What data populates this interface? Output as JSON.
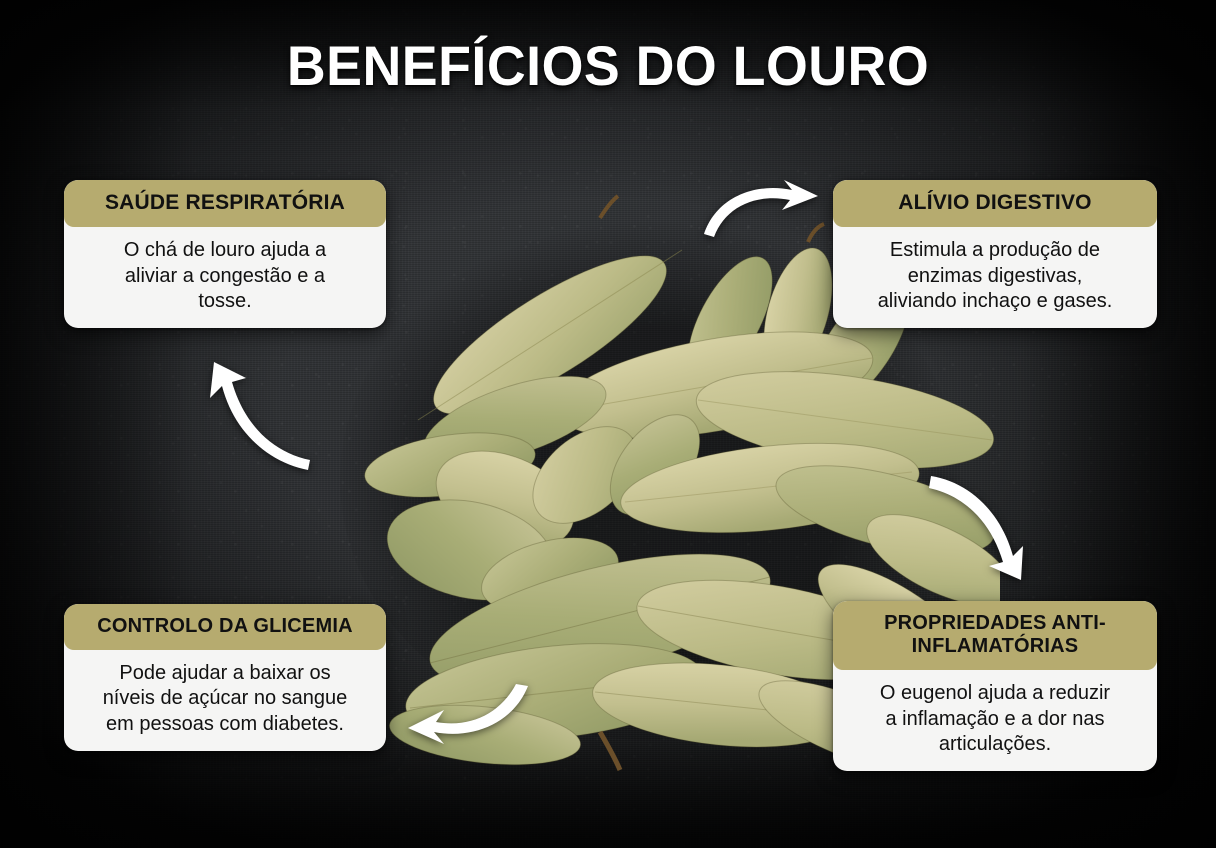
{
  "infographic": {
    "title": "BENEFÍCIOS DO LOURO",
    "subject": "bay-leaves",
    "colors": {
      "background": "#2b2d2f",
      "card_header": "#b6ab6f",
      "card_body": "#f5f5f4",
      "title_text": "#ffffff",
      "card_text": "#111111",
      "arrow": "#ffffff",
      "leaf_light": "#cdc79a",
      "leaf_mid": "#b3b27f",
      "leaf_dark": "#97a06a",
      "leaf_stem": "#6b4f2a"
    },
    "cards": [
      {
        "id": "saude-respiratoria",
        "position": "top-left",
        "heading": "SAÚDE RESPIRATÓRIA",
        "body": "O chá de louro ajuda a\naliviar a congestão e a\ntosse."
      },
      {
        "id": "alivio-digestivo",
        "position": "top-right",
        "heading": "ALÍVIO DIGESTIVO",
        "body": "Estimula a produção de\nenzimas digestivas,\naliviando inchaço e gases."
      },
      {
        "id": "controlo-da-glicemia",
        "position": "bottom-left",
        "heading": "CONTROLO DA\nGLICEMIA",
        "body": "Pode ajudar a baixar os\nníveis de açúcar no sangue\nem pessoas com diabetes."
      },
      {
        "id": "propriedades-anti-inflamatorias",
        "position": "bottom-right",
        "heading": "PROPRIEDADES\nANTI-INFLAMATÓRIAS",
        "body": "O eugenol ajuda a reduzir\na inflamação e a dor nas\narticulações."
      }
    ],
    "arrows": [
      {
        "id": "arrow-to-digestive",
        "name": "curved-arrow-right-icon",
        "direction": "right"
      },
      {
        "id": "arrow-to-anti-inflam",
        "name": "curved-arrow-down-right-icon",
        "direction": "down-right"
      },
      {
        "id": "arrow-to-glicemia",
        "name": "curved-arrow-left-icon",
        "direction": "left"
      },
      {
        "id": "arrow-to-respiratoria",
        "name": "curved-arrow-up-left-icon",
        "direction": "up-left"
      }
    ]
  }
}
